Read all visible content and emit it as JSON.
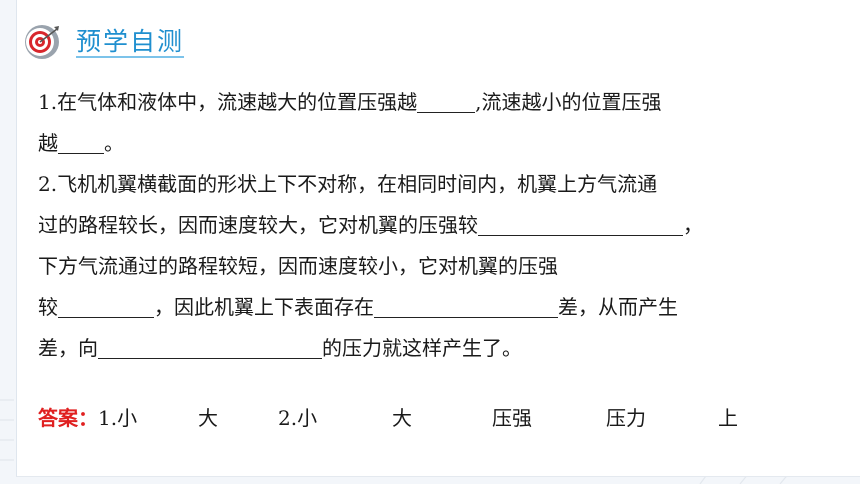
{
  "header": {
    "title": "预学自测",
    "icon": "target-icon"
  },
  "q1": {
    "line1_a": "1.在气体和液体中，流速越大的位置压强越",
    "line1_b": ",流速越小的位置压强",
    "line2_a": "越",
    "line2_b": "。"
  },
  "q2": {
    "line1": "2.飞机机翼横截面的形状上下不对称，在相同时间内，机翼上方气流通",
    "line2_a": "过的路程较长，因而速度较大，它对机翼的压强较",
    "line2_b": "，",
    "line3": "下方气流通过的路程较短，因而速度较小，它对机翼的压强",
    "line4_a": "较",
    "line4_b": "，因此机翼上下表面存在",
    "line4_c": "差，从而产生",
    "line5_a": "差，向",
    "line5_b": "的压力就这样产生了。"
  },
  "answer": {
    "label": "答案：",
    "items": [
      "1.小",
      "大",
      "2.小",
      "大",
      "压强",
      "压力",
      "上"
    ]
  },
  "colors": {
    "accent": "#1f8fcf",
    "answer": "#e02020"
  }
}
